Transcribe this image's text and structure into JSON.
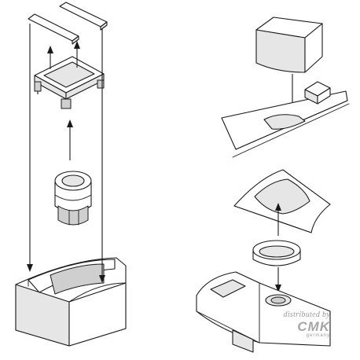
{
  "watermark": {
    "prefix": "distributed by",
    "brand": "CMK",
    "country": "germany"
  }
}
